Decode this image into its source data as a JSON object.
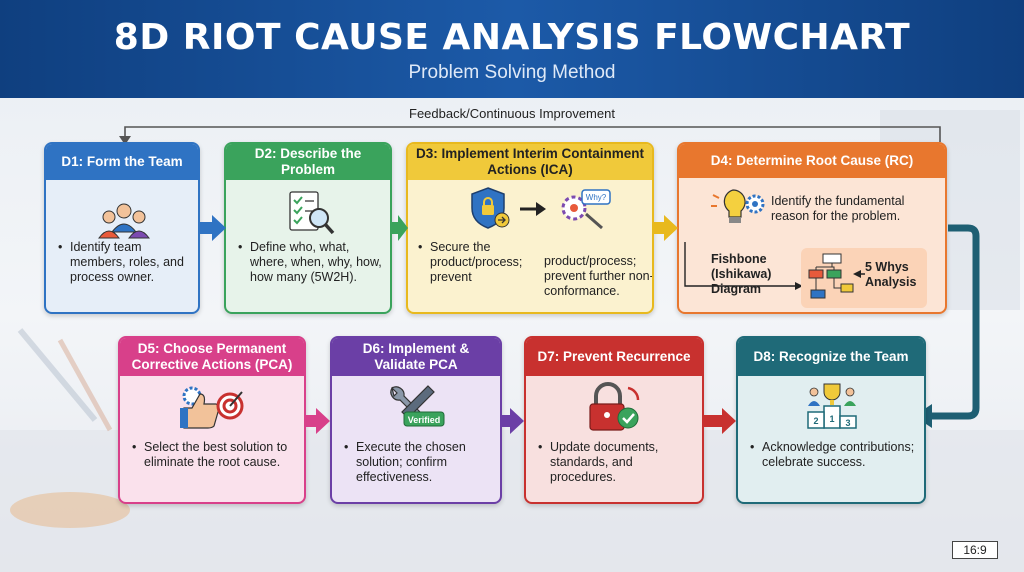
{
  "header": {
    "title": "8D RIOT CAUSE ANALYSIS FLOWCHART",
    "subtitle": "Problem Solving Method"
  },
  "feedback_label": "Feedback/Continuous Improvement",
  "colors": {
    "d1": "#2f73c3",
    "d2": "#3aa35c",
    "d3": "#e8b91e",
    "d4": "#e8772e",
    "d5": "#d8408a",
    "d6": "#6b3fa6",
    "d7": "#c8312f",
    "d8": "#1f6a78",
    "loop": "#1e5f73"
  },
  "steps": [
    {
      "id": "d1",
      "title": "D1: Form the Team",
      "bullet": "Identify team members, roles, and process owner.",
      "icon": "team-icon"
    },
    {
      "id": "d2",
      "title": "D2: Describe the Problem",
      "bullet": "Define who, what, where, when, why, how, how many (5W2H).",
      "icon": "checklist-magnifier-icon"
    },
    {
      "id": "d3",
      "title": "D3: Implement Interim Containment Actions (ICA)",
      "bullet": "Secure the product/process; prevent",
      "extra": "product/process; prevent further non-conformance.",
      "icon": "shield-lock-icon"
    },
    {
      "id": "d4",
      "title": "D4: Determine Root Cause (RC)",
      "text": "Identify the fundamental reason for the problem.",
      "fishbone": "Fishbone (Ishikawa) Diagram",
      "whys": "5 Whys Analysis",
      "icon": "lightbulb-gears-icon"
    },
    {
      "id": "d5",
      "title": "D5: Choose Permanent Corrective Actions (PCA)",
      "bullet": "Select the best solution to eliminate the root cause.",
      "icon": "thumbs-up-target-icon"
    },
    {
      "id": "d6",
      "title": "D6: Implement & Validate PCA",
      "bullet": "Execute the chosen solution; confirm effectiveness.",
      "badge": "Verified",
      "icon": "wrench-verified-icon"
    },
    {
      "id": "d7",
      "title": "D7: Prevent Recurrence",
      "bullet": "Update documents, standards, and procedures.",
      "icon": "padlock-check-icon"
    },
    {
      "id": "d8",
      "title": "D8: Recognize the Team",
      "bullet": "Acknowledge contributions; celebrate success.",
      "icon": "trophy-podium-icon"
    }
  ],
  "d3_sign": "Why?",
  "aspect_ratio": "16:9",
  "podium": [
    "1",
    "2",
    "3"
  ]
}
